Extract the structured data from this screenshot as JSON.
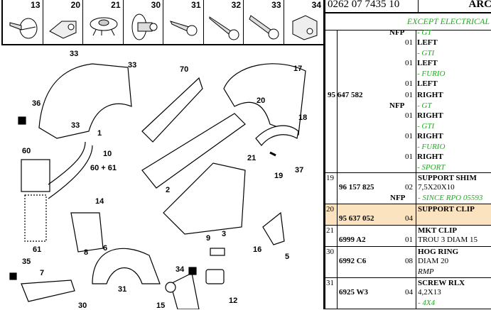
{
  "strip": [
    "13",
    "20",
    "21",
    "30",
    "31",
    "32",
    "33",
    "34"
  ],
  "labels": {
    "l33a": "33",
    "l33b": "33",
    "l36": "36",
    "l1": "1",
    "l33c": "33",
    "l10": "10",
    "l6061": "60 + 61",
    "l60": "60",
    "l61": "61",
    "l70": "70",
    "l17": "17",
    "l20": "20",
    "l18": "18",
    "l21": "21",
    "l19": "19",
    "l37": "37",
    "l2": "2",
    "l3": "3",
    "l14": "14",
    "l6": "6",
    "l8": "8",
    "l9": "9",
    "l16": "16",
    "l5": "5",
    "l7": "7",
    "l35": "35",
    "l34": "34",
    "l12": "12",
    "l31": "31",
    "l15": "15",
    "l30": "30"
  },
  "table": {
    "header_ref": "0262 07 7435 10",
    "header_title": "ARC",
    "note": "EXCEPT ELECTRICAL",
    "block": {
      "part": "95 647 582",
      "nfp1": "NFP",
      "nfp2": "NFP",
      "lines": [
        {
          "q": "",
          "t": "- GT",
          "s": "g"
        },
        {
          "q": "01",
          "t": "LEFT",
          "s": "b"
        },
        {
          "q": "",
          "t": "- GTI",
          "s": "g"
        },
        {
          "q": "01",
          "t": "LEFT",
          "s": "b"
        },
        {
          "q": "",
          "t": "- FURIO",
          "s": "g"
        },
        {
          "q": "01",
          "t": "LEFT",
          "s": "b"
        },
        {
          "q": "01",
          "t": "RIGHT",
          "s": "b"
        },
        {
          "q": "",
          "t": "- GT",
          "s": "g"
        },
        {
          "q": "01",
          "t": "RIGHT",
          "s": "b"
        },
        {
          "q": "",
          "t": "- GTI",
          "s": "g"
        },
        {
          "q": "01",
          "t": "RIGHT",
          "s": "b"
        },
        {
          "q": "",
          "t": "- FURIO",
          "s": "g"
        },
        {
          "q": "01",
          "t": "RIGHT",
          "s": "b"
        },
        {
          "q": "",
          "t": "- SPORT",
          "s": "g"
        }
      ]
    },
    "rows": [
      {
        "item": "19",
        "part": "96 157 825",
        "nfp": "NFP",
        "qty": "02",
        "name": "SUPPORT SHIM",
        "d1": "7,5X20X10",
        "d2": "- SINCE RPO 05593"
      },
      {
        "item": "20",
        "part": "95 637 052",
        "qty": "04",
        "name": "SUPPORT CLIP"
      },
      {
        "item": "21",
        "part": "6999 A2",
        "qty": "01",
        "name": "MKT CLIP",
        "d1": "TROU 3 DIAM 15"
      },
      {
        "item": "30",
        "part": "6992 C6",
        "qty": "08",
        "name": "HOG RING",
        "d1": "DIAM 20",
        "d2": "RMP"
      },
      {
        "item": "31",
        "part": "6925 W3",
        "qty": "04",
        "name": "SCREW RLX",
        "d1": "4,2X13",
        "d2": "- 4X4"
      }
    ]
  }
}
